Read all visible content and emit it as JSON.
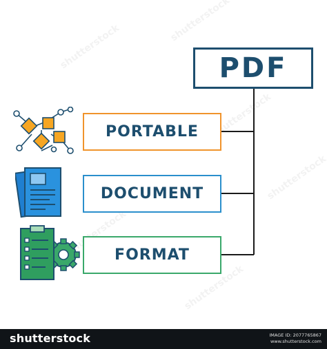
{
  "diagram": {
    "title": "PDF",
    "items": [
      {
        "label": "PORTABLE",
        "icon": "workflow-icon",
        "color": "#f0932b"
      },
      {
        "label": "DOCUMENT",
        "icon": "document-icon",
        "color": "#2a8fcc"
      },
      {
        "label": "FORMAT",
        "icon": "clipboard-gear-icon",
        "color": "#39a86a"
      }
    ],
    "colors": {
      "text": "#1d4e6e",
      "connector": "#1a1a1a"
    }
  },
  "footer": {
    "brand": "shutterstock",
    "image_id": "IMAGE ID: 2077765867",
    "site": "www.shutterstock.com"
  }
}
